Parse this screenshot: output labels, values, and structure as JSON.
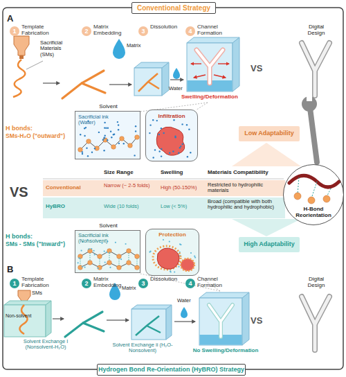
{
  "diagram": {
    "nodes": [
      {
        "text": [
          "Conventional Strategy"
        ]
      },
      {
        "text": [
          "1",
          "Template Fabrication"
        ]
      },
      {
        "text": [
          "2",
          "Matrix Embedding"
        ]
      },
      {
        "text": [
          "3",
          "Dissolution"
        ]
      },
      {
        "text": [
          "4",
          "Channel Formation"
        ]
      },
      {
        "text": [
          "Solvent",
          "Sacrificial ink (Water)"
        ]
      },
      {
        "text": [
          "Infiltration"
        ]
      },
      {
        "text": [
          "Low Adaptability"
        ]
      },
      {
        "text": [
          "H-Bond Reorientation"
        ]
      },
      {
        "text": [
          "Solvent",
          "Sacrificial ink (Nonsolvent)"
        ]
      },
      {
        "text": [
          "Protection"
        ]
      },
      {
        "text": [
          "High Adaptability"
        ]
      },
      {
        "text": [
          "1",
          "Template Fabrication"
        ]
      },
      {
        "text": [
          "2",
          "Matrix Embedding"
        ]
      },
      {
        "text": [
          "3",
          "Dissolution"
        ]
      },
      {
        "text": [
          "4",
          "Channel Formation"
        ]
      },
      {
        "text": [
          "Hydrogen Bond Re-Orientation (HyBRO) Strategy"
        ]
      }
    ],
    "labels": [
      "A",
      "Digital Design",
      "Sacrificial Materials (SMs)",
      "Matrix",
      "Water",
      "Swelling/Deformation",
      "VS",
      "H bonds:",
      "SMs-H₂O (\"outward\")",
      "VS",
      "Size Range",
      "Swelling",
      "Materials Compatibility",
      "Conventional",
      "Narrow (~ 2-5 folds)",
      "High (50-150%)",
      "Restricted to hydrophilic materials",
      "HyBRO",
      "Wide (10 folds)",
      "Low (< 5%)",
      "Broad (compatible with both hydrophilic and hydrophobic)",
      "H bonds:",
      "SMs - SMs (\"Inward\")",
      "B",
      "Digital Design",
      "SMs",
      "Non-solvent",
      "Matrix",
      "Solvent Exchange I (Nonsolvent-H₂O)",
      "Solvent Exchange ii (H₂O-Nonsolvent)",
      "Water",
      "No Swelling/Deformation",
      "VS"
    ]
  }
}
